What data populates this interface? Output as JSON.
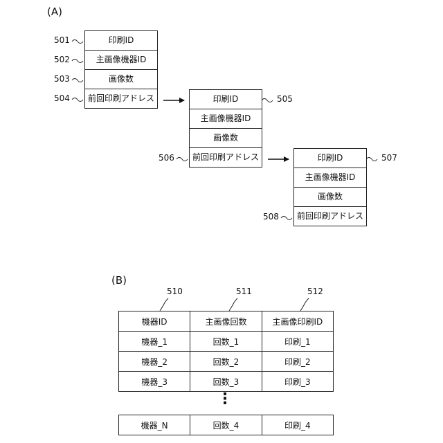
{
  "part_a": {
    "label": "(A)",
    "records": [
      {
        "fields": [
          "印刷ID",
          "主画像機器ID",
          "画像数",
          "前回印刷アドレス"
        ],
        "refs": [
          "501",
          "502",
          "503",
          "504"
        ]
      },
      {
        "fields": [
          "印刷ID",
          "主画像機器ID",
          "画像数",
          "前回印刷アドレス"
        ],
        "refs": [
          "505",
          "506"
        ]
      },
      {
        "fields": [
          "印刷ID",
          "主画像機器ID",
          "画像数",
          "前回印刷アドレス"
        ],
        "refs": [
          "507",
          "508"
        ]
      }
    ]
  },
  "part_b": {
    "label": "(B)",
    "column_refs": [
      "510",
      "511",
      "512"
    ],
    "headers": [
      "機器ID",
      "主画像回数",
      "主画像印刷ID"
    ],
    "rows": [
      [
        "機器_1",
        "回数_1",
        "印刷_1"
      ],
      [
        "機器_2",
        "回数_2",
        "印刷_2"
      ],
      [
        "機器_3",
        "回数_3",
        "印刷_3"
      ]
    ],
    "ellipsis": "⋮",
    "last_row": [
      "機器_N",
      "回数_4",
      "印刷_4"
    ]
  }
}
